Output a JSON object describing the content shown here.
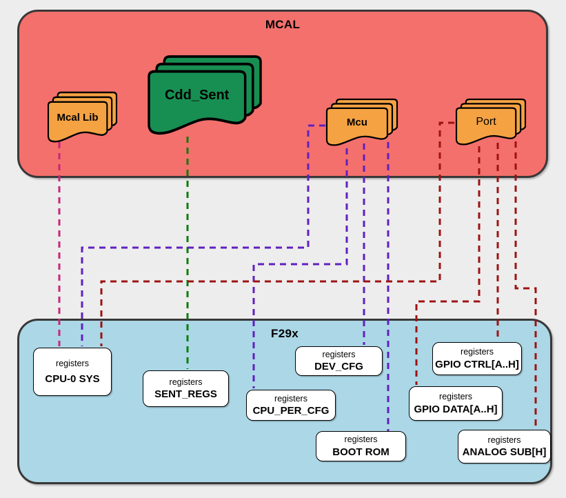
{
  "mcal": {
    "title": "MCAL",
    "components": [
      {
        "id": "mcal-lib",
        "label": "Mcal Lib",
        "icon": "document-stack-icon",
        "color": "#f5a243"
      },
      {
        "id": "cdd-sent",
        "label": "Cdd_Sent",
        "icon": "document-stack-icon",
        "color": "#188f52"
      },
      {
        "id": "mcu",
        "label": "Mcu",
        "icon": "document-stack-icon",
        "color": "#f5a243"
      },
      {
        "id": "port",
        "label": "Port",
        "icon": "document-stack-icon",
        "color": "#f5a243"
      }
    ]
  },
  "f29x": {
    "title": "F29x",
    "registers": [
      {
        "sublabel": "registers",
        "name": "CPU-0 SYS"
      },
      {
        "sublabel": "registers",
        "name": "SENT_REGS"
      },
      {
        "sublabel": "registers",
        "name": "CPU_PER_CFG"
      },
      {
        "sublabel": "registers",
        "name": "DEV_CFG"
      },
      {
        "sublabel": "registers",
        "name": "BOOT ROM"
      },
      {
        "sublabel": "registers",
        "name": "GPIO CTRL[A..H]"
      },
      {
        "sublabel": "registers",
        "name": "GPIO DATA[A..H]"
      },
      {
        "sublabel": "registers",
        "name": "ANALOG SUB[H]"
      }
    ]
  },
  "connections": [
    {
      "from": "Mcal Lib",
      "to": "CPU-0 SYS",
      "color": "#c92579",
      "line_style": "dashed",
      "bidirectional": true
    },
    {
      "from": "Cdd_Sent",
      "to": "SENT_REGS",
      "color": "#0c7c0c",
      "line_style": "dashed",
      "bidirectional": true
    },
    {
      "from": "Mcu",
      "to": "CPU-0 SYS",
      "color": "#6020c0",
      "line_style": "dashed",
      "bidirectional": true
    },
    {
      "from": "Mcu",
      "to": "CPU_PER_CFG",
      "color": "#6020c0",
      "line_style": "dashed",
      "bidirectional": true
    },
    {
      "from": "Mcu",
      "to": "DEV_CFG",
      "color": "#6020c0",
      "line_style": "dashed",
      "bidirectional": true
    },
    {
      "from": "Mcu",
      "to": "BOOT ROM",
      "color": "#6020c0",
      "line_style": "dashed",
      "bidirectional": false
    },
    {
      "from": "Port",
      "to": "CPU-0 SYS",
      "color": "#9e1212",
      "line_style": "dashed",
      "bidirectional": true
    },
    {
      "from": "Port",
      "to": "GPIO DATA[A..H]",
      "color": "#9e1212",
      "line_style": "dashed",
      "bidirectional": true
    },
    {
      "from": "Port",
      "to": "GPIO CTRL[A..H]",
      "color": "#9e1212",
      "line_style": "dashed",
      "bidirectional": true
    },
    {
      "from": "Port",
      "to": "ANALOG SUB[H]",
      "color": "#9e1212",
      "line_style": "dashed",
      "bidirectional": true
    }
  ],
  "colors": {
    "background": "#ededed",
    "mcal_fill": "#f4706c",
    "f29x_fill": "#abd7e6",
    "container_stroke": "#383838",
    "doc_orange": "#f5a243",
    "doc_green": "#188f52",
    "register_fill": "#ffffff",
    "arrow_magenta": "#c92579",
    "arrow_green": "#0c7c0c",
    "arrow_purple": "#6020c0",
    "arrow_darkred": "#9e1212"
  }
}
